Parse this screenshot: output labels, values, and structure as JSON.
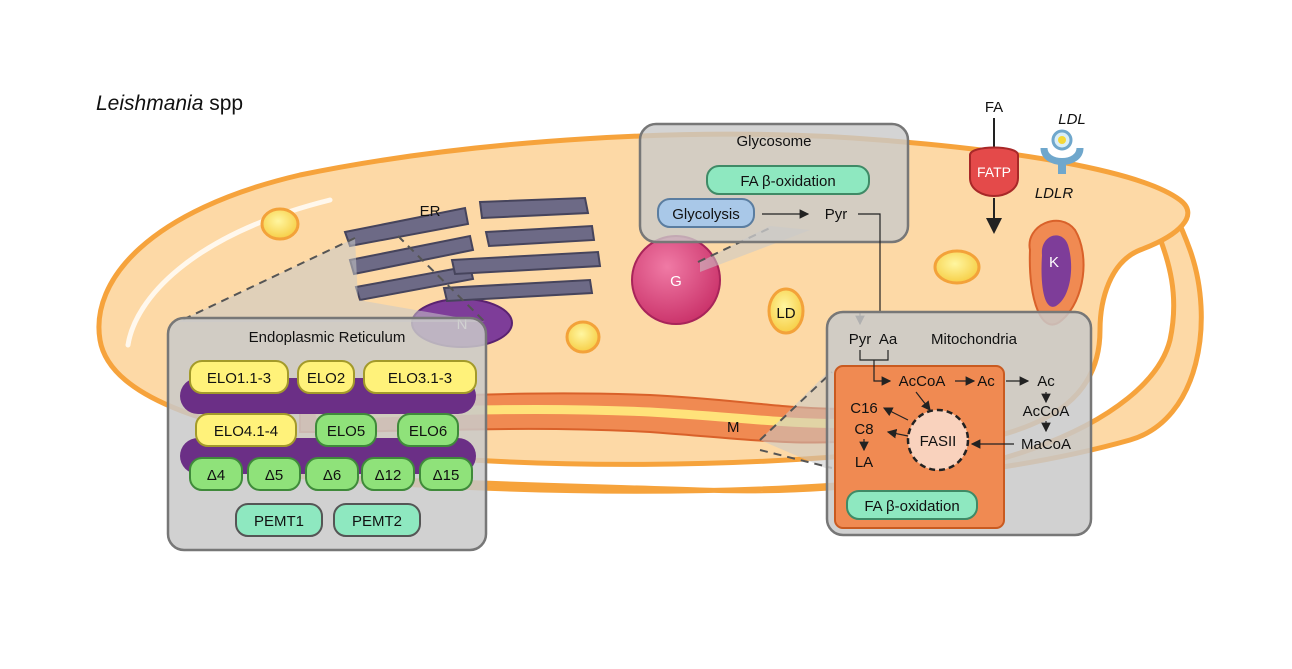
{
  "title": {
    "italic": "Leishmania",
    "rest": " spp"
  },
  "organelles": {
    "er": "ER",
    "nucleus": "N",
    "glycosome_body": "G",
    "lipid_droplet": "LD",
    "mitochondrion": "M",
    "kinetoplast": "K"
  },
  "membrane": {
    "fa": "FA",
    "fatp": "FATP",
    "ldl": "LDL",
    "ldlr": "LDLR"
  },
  "glycosome": {
    "title": "Glycosome",
    "fa_oxidation": "FA β-oxidation",
    "glycolysis": "Glycolysis",
    "pyr": "Pyr"
  },
  "er_panel": {
    "title": "Endoplasmic Reticulum",
    "row1": [
      "ELO1.1-3",
      "ELO2",
      "ELO3.1-3"
    ],
    "row2": [
      "ELO4.1-4",
      "ELO5",
      "ELO6"
    ],
    "row3": [
      "Δ4",
      "Δ5",
      "Δ6",
      "Δ12",
      "Δ15"
    ],
    "row4": [
      "PEMT1",
      "PEMT2"
    ]
  },
  "mito_panel": {
    "title": "Mitochondria",
    "pyr": "Pyr",
    "aa": "Aa",
    "accoa": "AcCoA",
    "ac": "Ac",
    "ac_out": "Ac",
    "accoa_out": "AcCoA",
    "macoa": "MaCoA",
    "c16": "C16",
    "c8": "C8",
    "la": "LA",
    "fasii": "FASII",
    "fa_oxidation": "FA β-oxidation"
  },
  "colors": {
    "cell_fill": "#fdd9a6",
    "cell_edge": "#f6a33c",
    "panel_fill": "#c9c9c9",
    "yellow_box": "#fff27a",
    "green_box": "#8fe27a",
    "mint_box": "#8ee8c0",
    "purple": "#6b2f86",
    "er_gray": "#6d6a86",
    "glyco_pink": "#d8457a",
    "fatp_red": "#e44a4a",
    "mito_orange": "#f08a52"
  }
}
